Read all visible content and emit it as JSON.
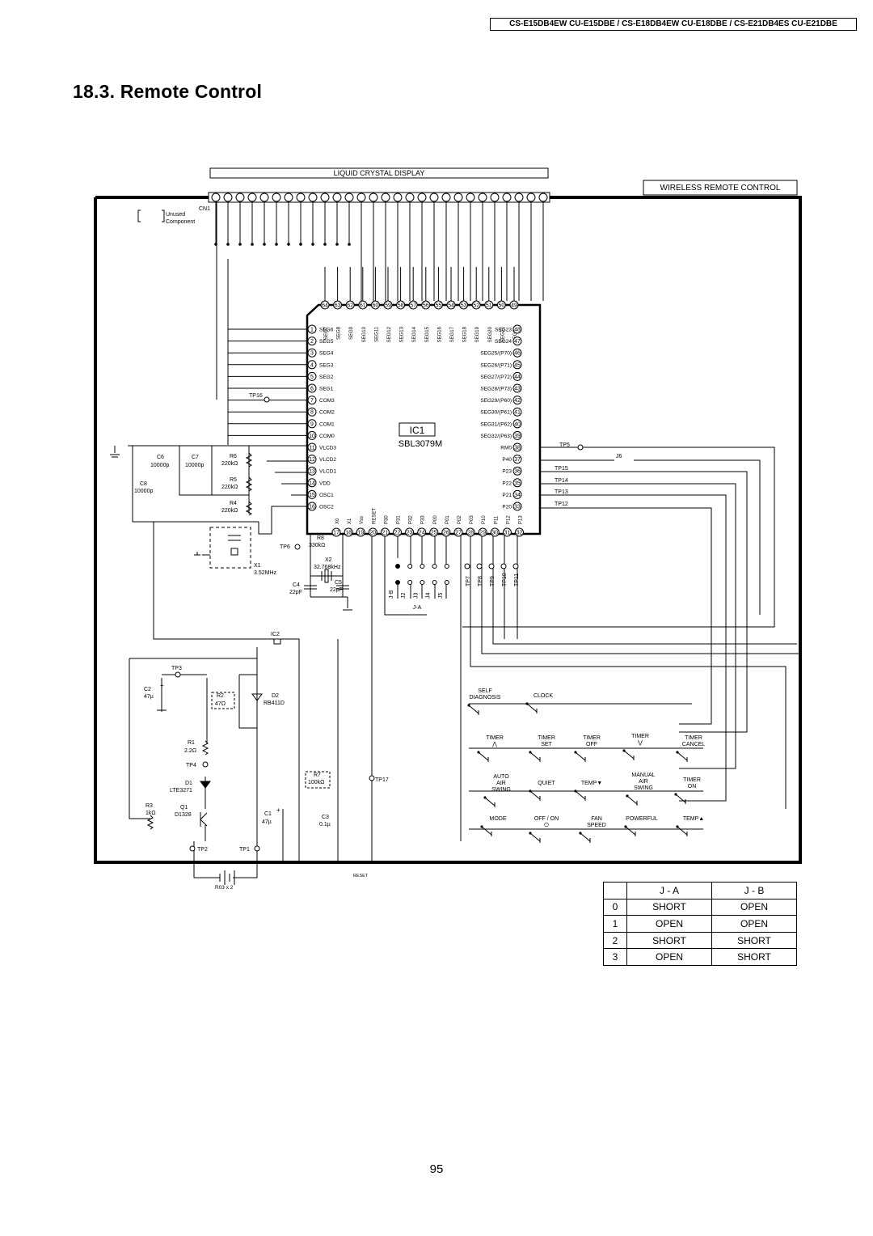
{
  "header": {
    "models": "CS-E15DB4EW CU-E15DBE / CS-E18DB4EW CU-E18DBE / CS-E21DB4ES CU-E21DBE"
  },
  "title": "18.3.   Remote Control",
  "page_number": "95",
  "schematic": {
    "lcd_label": "LIQUID CRYSTAL DISPLAY",
    "board_label": "WIRELESS REMOTE CONTROL",
    "cn1": "CN1",
    "legend": {
      "line1": "Unused",
      "line2": "Component"
    },
    "ic": {
      "ref": "IC1",
      "part": "SBL3079M"
    },
    "top_pins": [
      {
        "num": "64",
        "name": "SEG7"
      },
      {
        "num": "63",
        "name": "SEG8"
      },
      {
        "num": "62",
        "name": "SEG9"
      },
      {
        "num": "61",
        "name": "SEG10"
      },
      {
        "num": "60",
        "name": "SEG11"
      },
      {
        "num": "59",
        "name": "SEG12"
      },
      {
        "num": "58",
        "name": "SEG13"
      },
      {
        "num": "57",
        "name": "SEG14"
      },
      {
        "num": "56",
        "name": "SEG15"
      },
      {
        "num": "55",
        "name": "SEG16"
      },
      {
        "num": "54",
        "name": "SEG17"
      },
      {
        "num": "53",
        "name": "SEG18"
      },
      {
        "num": "52",
        "name": "SEG19"
      },
      {
        "num": "51",
        "name": "SEG20"
      },
      {
        "num": "50",
        "name": "SEG21"
      },
      {
        "num": "49",
        "name": "SEG22"
      }
    ],
    "left_pins": [
      {
        "num": "1",
        "name": "SEG6"
      },
      {
        "num": "2",
        "name": "SEG5"
      },
      {
        "num": "3",
        "name": "SEG4"
      },
      {
        "num": "4",
        "name": "SEG3"
      },
      {
        "num": "5",
        "name": "SEG2"
      },
      {
        "num": "6",
        "name": "SEG1"
      },
      {
        "num": "7",
        "name": "COM3"
      },
      {
        "num": "8",
        "name": "COM2"
      },
      {
        "num": "9",
        "name": "COM1"
      },
      {
        "num": "10",
        "name": "COM0"
      },
      {
        "num": "11",
        "name": "VLCD3"
      },
      {
        "num": "12",
        "name": "VLCD2"
      },
      {
        "num": "13",
        "name": "VLCD1"
      },
      {
        "num": "14",
        "name": "VDD"
      },
      {
        "num": "15",
        "name": "OSC1"
      },
      {
        "num": "16",
        "name": "OSC2"
      }
    ],
    "right_pins": [
      {
        "num": "48",
        "name": "SEG23"
      },
      {
        "num": "47",
        "name": "SEG24"
      },
      {
        "num": "46",
        "name": "SEG25/(P70)"
      },
      {
        "num": "45",
        "name": "SEG26/(P71)"
      },
      {
        "num": "44",
        "name": "SEG27/(P72)"
      },
      {
        "num": "43",
        "name": "SEG28/(P73)"
      },
      {
        "num": "42",
        "name": "SEG29/(P60)"
      },
      {
        "num": "41",
        "name": "SEG30/(P61)"
      },
      {
        "num": "40",
        "name": "SEG31/(P62)"
      },
      {
        "num": "39",
        "name": "SEG32/(P63)"
      },
      {
        "num": "38",
        "name": "RM0"
      },
      {
        "num": "37",
        "name": "P40"
      },
      {
        "num": "36",
        "name": "P23"
      },
      {
        "num": "35",
        "name": "P22"
      },
      {
        "num": "34",
        "name": "P21"
      },
      {
        "num": "33",
        "name": "P20"
      }
    ],
    "bottom_pins": [
      {
        "num": "17",
        "name": "X0"
      },
      {
        "num": "18",
        "name": "X1"
      },
      {
        "num": "19",
        "name": "Vss"
      },
      {
        "num": "20",
        "name": "RESET"
      },
      {
        "num": "21",
        "name": "P30"
      },
      {
        "num": "22",
        "name": "P31"
      },
      {
        "num": "23",
        "name": "P32"
      },
      {
        "num": "24",
        "name": "P33"
      },
      {
        "num": "25",
        "name": "P00"
      },
      {
        "num": "26",
        "name": "P01"
      },
      {
        "num": "27",
        "name": "P02"
      },
      {
        "num": "28",
        "name": "P03"
      },
      {
        "num": "29",
        "name": "P10"
      },
      {
        "num": "30",
        "name": "P11"
      },
      {
        "num": "31",
        "name": "P12"
      },
      {
        "num": "32",
        "name": "P13"
      }
    ],
    "components": {
      "c6": {
        "ref": "C6",
        "value": "10000p"
      },
      "c7": {
        "ref": "C7",
        "value": "10000p"
      },
      "c8": {
        "ref": "C8",
        "value": "10000p"
      },
      "r6": {
        "ref": "R6",
        "value": "220kΩ"
      },
      "r5": {
        "ref": "R5",
        "value": "220kΩ"
      },
      "r4": {
        "ref": "R4",
        "value": "220kΩ"
      },
      "r8": {
        "ref": "R8",
        "value": "330kΩ"
      },
      "x1": {
        "ref": "X1",
        "value": "3.52MHz"
      },
      "x2": {
        "ref": "X2",
        "value": "32.768kHz"
      },
      "c4": {
        "ref": "C4",
        "value": "22pF"
      },
      "c5": {
        "ref": "C5",
        "value": "22pF"
      },
      "ic2": "IC2",
      "c2": {
        "ref": "C2",
        "value": "47µ"
      },
      "r2": {
        "ref": "R2",
        "value": "47Ω"
      },
      "d2": {
        "ref": "D2",
        "value": "RB411D"
      },
      "r1": {
        "ref": "R1",
        "value": "2.2Ω"
      },
      "d1": {
        "ref": "D1",
        "value": "LTE3271"
      },
      "r3": {
        "ref": "R3",
        "value": "1kΩ"
      },
      "q1": {
        "ref": "Q1",
        "value": "D1328"
      },
      "c1": {
        "ref": "C1",
        "value": "47µ"
      },
      "r7": {
        "ref": "R7",
        "value": "100kΩ"
      },
      "c3": {
        "ref": "C3",
        "value": "0.1µ"
      },
      "battery": "R03 x 2",
      "j6": "J6"
    },
    "test_points": {
      "tp16": "TP16",
      "tp6": "TP6",
      "tp5": "TP5",
      "tp15": "TP15",
      "tp14": "TP14",
      "tp13": "TP13",
      "tp12": "TP12",
      "tp3": "TP3",
      "tp4": "TP4",
      "tp2": "TP2",
      "tp1": "TP1",
      "tp17": "TP17",
      "reset": "RESET"
    },
    "tp_bottom": [
      "TP7",
      "TP8",
      "TP9",
      "TP10",
      "TP11"
    ],
    "jumpers": [
      "J-B",
      "J2",
      "J3",
      "J4",
      "J5"
    ],
    "ja": "J-A",
    "plus": "+",
    "keys": [
      {
        "id": "self-diagnosis",
        "lines": [
          "SELF",
          "DIAGNOSIS"
        ]
      },
      {
        "id": "clock",
        "lines": [
          "CLOCK"
        ]
      },
      {
        "id": "timer-up",
        "lines": [
          "TIMER",
          "⋀"
        ]
      },
      {
        "id": "timer-set",
        "lines": [
          "TIMER",
          "SET"
        ]
      },
      {
        "id": "timer-off",
        "lines": [
          "TIMER",
          "OFF"
        ]
      },
      {
        "id": "timer-down",
        "lines": [
          "TIMER",
          "⋁"
        ]
      },
      {
        "id": "timer-cancel",
        "lines": [
          "TIMER",
          "CANCEL"
        ]
      },
      {
        "id": "auto-air-swing",
        "lines": [
          "AUTO",
          "AIR",
          "SWING"
        ]
      },
      {
        "id": "quiet",
        "lines": [
          "QUIET"
        ]
      },
      {
        "id": "temp-down",
        "lines": [
          "TEMP▼"
        ]
      },
      {
        "id": "manual-air-swing",
        "lines": [
          "MANUAL",
          "AIR",
          "SWING"
        ]
      },
      {
        "id": "timer-on",
        "lines": [
          "TIMER",
          "ON"
        ]
      },
      {
        "id": "mode",
        "lines": [
          "MODE"
        ]
      },
      {
        "id": "off-on",
        "lines": [
          "OFF / ON",
          "⏻"
        ]
      },
      {
        "id": "fan-speed",
        "lines": [
          "FAN",
          "SPEED"
        ]
      },
      {
        "id": "powerful",
        "lines": [
          "POWERFUL"
        ]
      },
      {
        "id": "temp-up",
        "lines": [
          "TEMP▲"
        ]
      }
    ]
  },
  "jumper_table": {
    "headers": [
      "",
      "J - A",
      "J - B"
    ],
    "rows": [
      [
        "0",
        "SHORT",
        "OPEN"
      ],
      [
        "1",
        "OPEN",
        "OPEN"
      ],
      [
        "2",
        "SHORT",
        "SHORT"
      ],
      [
        "3",
        "OPEN",
        "SHORT"
      ]
    ]
  }
}
